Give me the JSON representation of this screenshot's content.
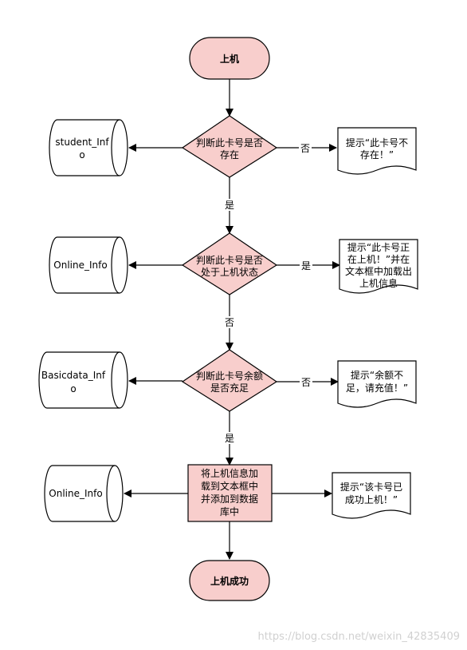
{
  "terminals": {
    "start": "上机",
    "end": "上机成功"
  },
  "decisions": {
    "d1": [
      "判断此卡号是否",
      "存在"
    ],
    "d2": [
      "判断此卡号是否",
      "处于上机状态"
    ],
    "d3": [
      "判断此卡号余额",
      "是否充足"
    ]
  },
  "process": [
    "将上机信息加",
    "载到文本框中",
    "并添加到数据",
    "库中"
  ],
  "databases": {
    "db1": [
      "student_Inf",
      "o"
    ],
    "db2": [
      "Online_Info"
    ],
    "db3": [
      "Basicdata_Inf",
      "o"
    ],
    "db4": [
      "Online_Info"
    ]
  },
  "documents": {
    "doc1": [
      "提示“此卡号不",
      "存在！”"
    ],
    "doc2": [
      "提示“此卡号正",
      "在上机！”并在",
      "文本框中加载出",
      "上机信息"
    ],
    "doc3": [
      "提示“余额不",
      "足，请充值！”"
    ],
    "doc4": [
      "提示“该卡号已",
      "成功上机！”"
    ]
  },
  "edge_labels": {
    "d1_right": "否",
    "d1_down": "是",
    "d2_right": "是",
    "d2_down": "否",
    "d3_right": "否",
    "d3_down": "是"
  },
  "watermark": "https://blog.csdn.net/weixin_42835409",
  "colors": {
    "node_fill": "#f8cecc",
    "node_stroke": "#b85450",
    "line": "#000000"
  }
}
